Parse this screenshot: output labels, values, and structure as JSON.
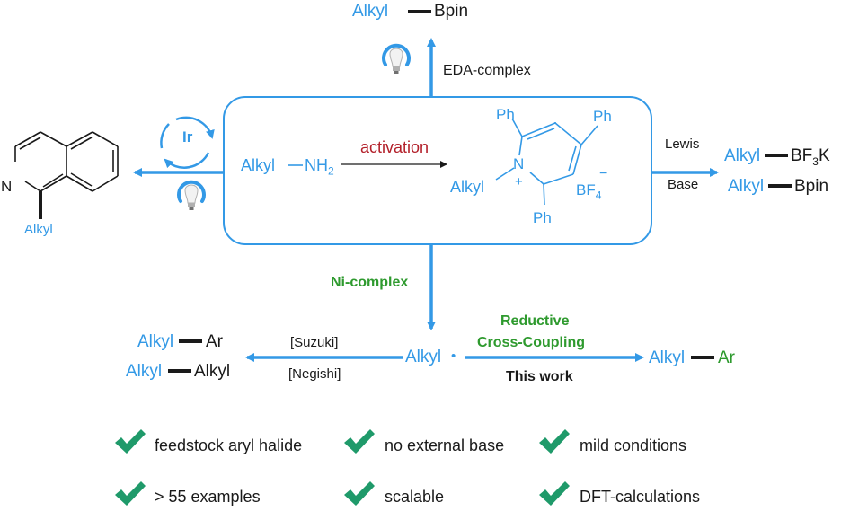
{
  "colors": {
    "blue": "#3399e6",
    "green": "#2e9a2e",
    "red": "#b3202a",
    "black": "#1a1a1a",
    "check": "#1f9a6a"
  },
  "top": {
    "alkyl": "Alkyl",
    "bpin": "Bpin",
    "condition": "EDA-complex"
  },
  "left": {
    "catalyst": "Ir",
    "n_atom": "N",
    "alkyl": "Alkyl"
  },
  "center": {
    "amine_alkyl": "Alkyl",
    "amine_nh": "NH",
    "amine_sub": "2",
    "activation": "activation",
    "ph_top_left": "Ph",
    "ph_top_right": "Ph",
    "ph_bottom": "Ph",
    "n_atom": "N",
    "charge": "+",
    "alkyl": "Alkyl",
    "counterion": "BF",
    "counterion_sub": "4",
    "counterion_sup": "−"
  },
  "right": {
    "condition_line1": "Lewis",
    "condition_line2": "Base",
    "p1_alkyl": "Alkyl",
    "p1_group": "BF",
    "p1_sub": "3",
    "p1_k": "K",
    "p2_alkyl": "Alkyl",
    "p2_group": "Bpin"
  },
  "middle": {
    "condition": "Ni-complex"
  },
  "bottom_left": {
    "p1_alkyl": "Alkyl",
    "p1_group": "Ar",
    "p2_alkyl": "Alkyl",
    "p2_group": "Alkyl",
    "suzuki": "[Suzuki]",
    "negishi": "[Negishi]"
  },
  "radical": {
    "alkyl": "Alkyl",
    "dot": "•"
  },
  "bottom_right": {
    "title_line1": "Reductive",
    "title_line2": "Cross-Coupling",
    "this_work": "This work",
    "p_alkyl": "Alkyl",
    "p_group": "Ar"
  },
  "features": [
    "feedstock aryl halide",
    "no external base",
    "mild conditions",
    "> 55 examples",
    "scalable",
    "DFT-calculations"
  ],
  "icons": {
    "check": "check-icon",
    "bulb": "light-bulb-icon",
    "cycle": "catalytic-cycle-icon"
  }
}
